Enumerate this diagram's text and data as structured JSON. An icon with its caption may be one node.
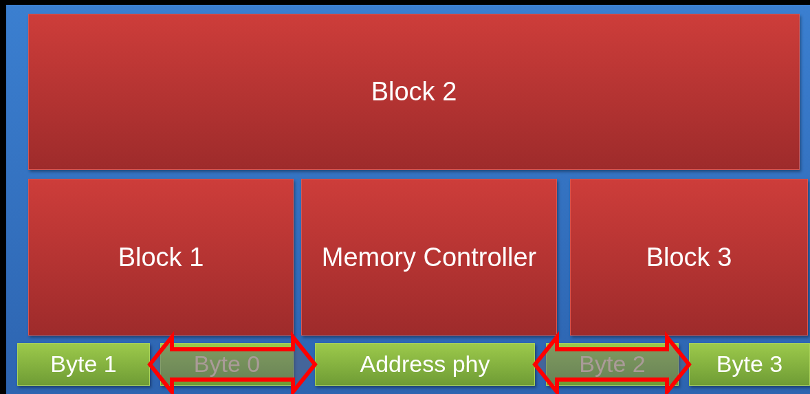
{
  "diagram": {
    "nodes": [
      {
        "text": [
          "Block 2"
        ]
      },
      {
        "text": [
          "Block 1"
        ]
      },
      {
        "text": [
          "Memory Controller"
        ]
      },
      {
        "text": [
          "Block 3"
        ]
      },
      {
        "text": [
          "Byte 1"
        ]
      },
      {
        "text": [
          "Byte 0"
        ]
      },
      {
        "text": [
          "Address phy"
        ]
      },
      {
        "text": [
          "Byte 2"
        ]
      },
      {
        "text": [
          "Byte 3"
        ]
      }
    ],
    "edges": [
      {
        "from": 4,
        "to": 6,
        "arrow": "both",
        "style": "thick",
        "color": "#ff0000"
      },
      {
        "from": 6,
        "to": 8,
        "arrow": "both",
        "style": "thick",
        "color": "#ff0000"
      }
    ]
  }
}
